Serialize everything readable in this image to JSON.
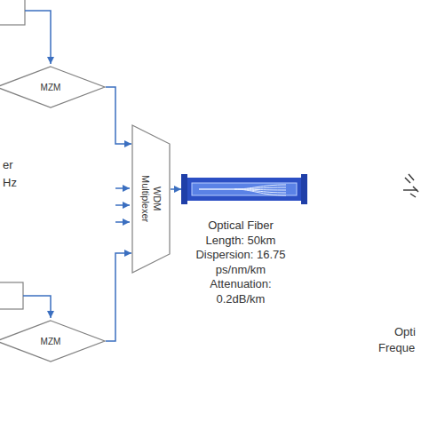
{
  "diagram": {
    "nodes": [
      {
        "text": [
          "MZM"
        ]
      },
      {
        "text": [
          "WDM Multiplexer"
        ]
      },
      {
        "text": [
          "MZM"
        ]
      },
      {
        "text": [
          "Optical Fiber",
          "Length: 50km",
          "Dispersion: 16.75 ps/nm/km",
          "Attenuation: 0.2dB/km"
        ]
      }
    ],
    "edges": [
      {
        "from": 0,
        "to": 1,
        "arrow": "to"
      },
      {
        "from": 2,
        "to": 1,
        "arrow": "to"
      },
      {
        "from": 1,
        "to": 3,
        "arrow": "to"
      }
    ],
    "labels": [
      "er",
      "Hz",
      "Opti",
      "Freque"
    ]
  }
}
